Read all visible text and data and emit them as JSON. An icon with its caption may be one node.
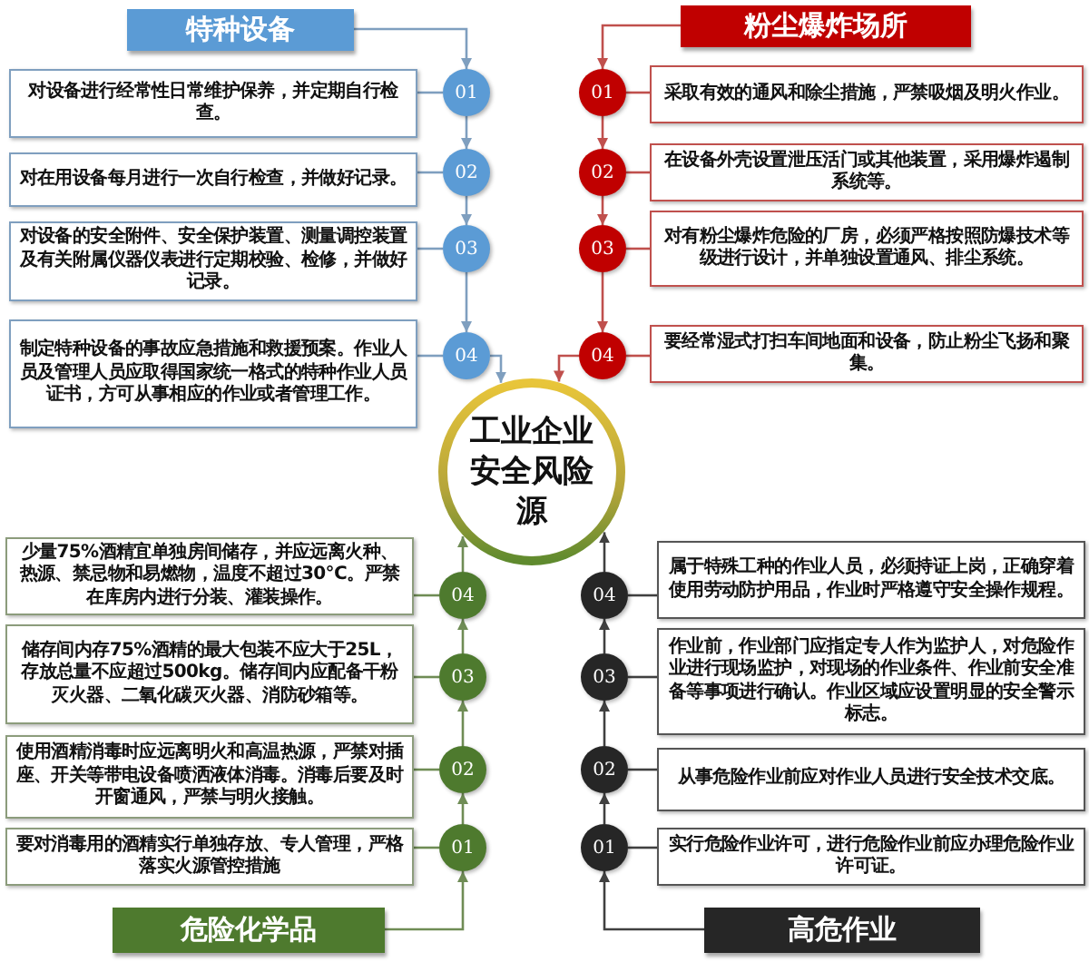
{
  "diagram": {
    "nodes": [
      {
        "text": [
          "特种设备"
        ]
      },
      {
        "text": [
          "对设备进行经常性日常维护保养，并定期自行检查。"
        ]
      },
      {
        "text": [
          "对在用设备每月进行一次自行检查，并做好记录。"
        ]
      },
      {
        "text": [
          "对设备的安全附件、安全保护装置、测量调控装置及有关附属仪器仪表进行定期校验、检修，并做好记录。"
        ]
      },
      {
        "text": [
          "制定特种设备的事故应急措施和救援预案。作业人员及管理人员应取得国家统一格式的特种作业人员证书，方可从事相应的作业或者管理工作。"
        ]
      },
      {
        "text": [
          "01"
        ]
      },
      {
        "text": [
          "02"
        ]
      },
      {
        "text": [
          "03"
        ]
      },
      {
        "text": [
          "04"
        ]
      },
      {
        "text": [
          "粉尘爆炸场所"
        ]
      },
      {
        "text": [
          "01"
        ]
      },
      {
        "text": [
          "02"
        ]
      },
      {
        "text": [
          "03"
        ]
      },
      {
        "text": [
          "04"
        ]
      },
      {
        "text": [
          "采取有效的通风和除尘措施，严禁吸烟及明火作业。"
        ]
      },
      {
        "text": [
          "在设备外壳设置泄压活门或其他装置，采用爆炸遏制系统等。"
        ]
      },
      {
        "text": [
          "对有粉尘爆炸危险的厂房，必须严格按照防爆技术等级进行设计，并单独设置通风、排尘系统。"
        ]
      },
      {
        "text": [
          "要经常湿式打扫车间地面和设备，防止粉尘飞扬和聚集。"
        ]
      },
      {
        "text": [
          "工业企业安全风险源"
        ]
      },
      {
        "text": [
          "要对消毒用的酒精实行单独存放、专人管理，严格落实火源管控措施"
        ]
      },
      {
        "text": [
          "使用酒精消毒时应远离明火和高温热源，严禁对插座、开关等带电设备喷洒液体消毒。消毒后要及时开窗通风，严禁与明火接触。"
        ]
      },
      {
        "text": [
          "储存间内存75%酒精的最大包装不应大于25L，存放总量不应超过500kg。储存间内应配备干粉灭火器、二氧化碳灭火器、消防砂箱等。"
        ]
      },
      {
        "text": [
          "少量75%酒精宜单独房间储存，并应远离火种、热源、禁忌物和易燃物，温度不超过30℃。严禁在库房内进行分装、灌装操作。"
        ]
      },
      {
        "text": [
          "01"
        ]
      },
      {
        "text": [
          "02"
        ]
      },
      {
        "text": [
          "03"
        ]
      },
      {
        "text": [
          "04"
        ]
      },
      {
        "text": [
          "危险化学品"
        ]
      },
      {
        "text": [
          "01"
        ]
      },
      {
        "text": [
          "02"
        ]
      },
      {
        "text": [
          "03"
        ]
      },
      {
        "text": [
          "04"
        ]
      },
      {
        "text": [
          "实行危险作业许可，进行危险作业前应办理危险作业许可证。"
        ]
      },
      {
        "text": [
          "从事危险作业前应对作业人员进行安全技术交底。"
        ]
      },
      {
        "text": [
          "作业前，作业部门应指定专人作为监护人，对危险作业进行现场监护，对现场的作业条件、作业前安全准备等事项进行确认。作业区域应设置明显的安全警示标志。"
        ]
      },
      {
        "text": [
          "属于特殊工种的作业人员，必须持证上岗，正确穿着使用劳动防护用品，作业时严格遵守安全操作规程。"
        ]
      },
      {
        "text": [
          "高危作业"
        ]
      }
    ],
    "edges": [
      {
        "from": 0,
        "to": 5,
        "arrow": "to",
        "color": "#7f9fbf"
      },
      {
        "from": 5,
        "to": 6,
        "arrow": "to",
        "color": "#7f9fbf"
      },
      {
        "from": 6,
        "to": 7,
        "arrow": "to",
        "color": "#7f9fbf"
      },
      {
        "from": 7,
        "to": 8,
        "arrow": "to",
        "color": "#7f9fbf"
      },
      {
        "from": 8,
        "to": 18,
        "arrow": "to",
        "color": "#7f9fbf"
      },
      {
        "from": 1,
        "to": 5,
        "arrow": "none",
        "color": "#7f9fbf"
      },
      {
        "from": 2,
        "to": 6,
        "arrow": "none",
        "color": "#7f9fbf"
      },
      {
        "from": 3,
        "to": 7,
        "arrow": "none",
        "color": "#7f9fbf"
      },
      {
        "from": 4,
        "to": 8,
        "arrow": "none",
        "color": "#7f9fbf"
      },
      {
        "from": 9,
        "to": 10,
        "arrow": "to",
        "color": "#c0504d"
      },
      {
        "from": 10,
        "to": 11,
        "arrow": "to",
        "color": "#c0504d"
      },
      {
        "from": 11,
        "to": 12,
        "arrow": "to",
        "color": "#c0504d"
      },
      {
        "from": 12,
        "to": 13,
        "arrow": "to",
        "color": "#c0504d"
      },
      {
        "from": 13,
        "to": 18,
        "arrow": "to",
        "color": "#c0504d"
      },
      {
        "from": 14,
        "to": 10,
        "arrow": "none",
        "color": "#c0504d"
      },
      {
        "from": 15,
        "to": 11,
        "arrow": "none",
        "color": "#c0504d"
      },
      {
        "from": 16,
        "to": 12,
        "arrow": "none",
        "color": "#c0504d"
      },
      {
        "from": 17,
        "to": 13,
        "arrow": "none",
        "color": "#c0504d"
      },
      {
        "from": 27,
        "to": 23,
        "arrow": "to",
        "color": "#6f8c55"
      },
      {
        "from": 23,
        "to": 24,
        "arrow": "to",
        "color": "#6f8c55"
      },
      {
        "from": 24,
        "to": 25,
        "arrow": "to",
        "color": "#6f8c55"
      },
      {
        "from": 25,
        "to": 26,
        "arrow": "to",
        "color": "#6f8c55"
      },
      {
        "from": 26,
        "to": 18,
        "arrow": "to",
        "color": "#6f8c55"
      },
      {
        "from": 19,
        "to": 23,
        "arrow": "none",
        "color": "#6f8c55"
      },
      {
        "from": 20,
        "to": 24,
        "arrow": "none",
        "color": "#6f8c55"
      },
      {
        "from": 21,
        "to": 25,
        "arrow": "none",
        "color": "#6f8c55"
      },
      {
        "from": 22,
        "to": 26,
        "arrow": "none",
        "color": "#6f8c55"
      },
      {
        "from": 36,
        "to": 28,
        "arrow": "to",
        "color": "#404040"
      },
      {
        "from": 28,
        "to": 29,
        "arrow": "to",
        "color": "#404040"
      },
      {
        "from": 29,
        "to": 30,
        "arrow": "to",
        "color": "#404040"
      },
      {
        "from": 30,
        "to": 31,
        "arrow": "to",
        "color": "#404040"
      },
      {
        "from": 31,
        "to": 18,
        "arrow": "to",
        "color": "#404040"
      },
      {
        "from": 32,
        "to": 28,
        "arrow": "none",
        "color": "#404040"
      },
      {
        "from": 33,
        "to": 29,
        "arrow": "none",
        "color": "#404040"
      },
      {
        "from": 34,
        "to": 30,
        "arrow": "none",
        "color": "#404040"
      },
      {
        "from": 35,
        "to": 31,
        "arrow": "none",
        "color": "#404040"
      }
    ]
  }
}
